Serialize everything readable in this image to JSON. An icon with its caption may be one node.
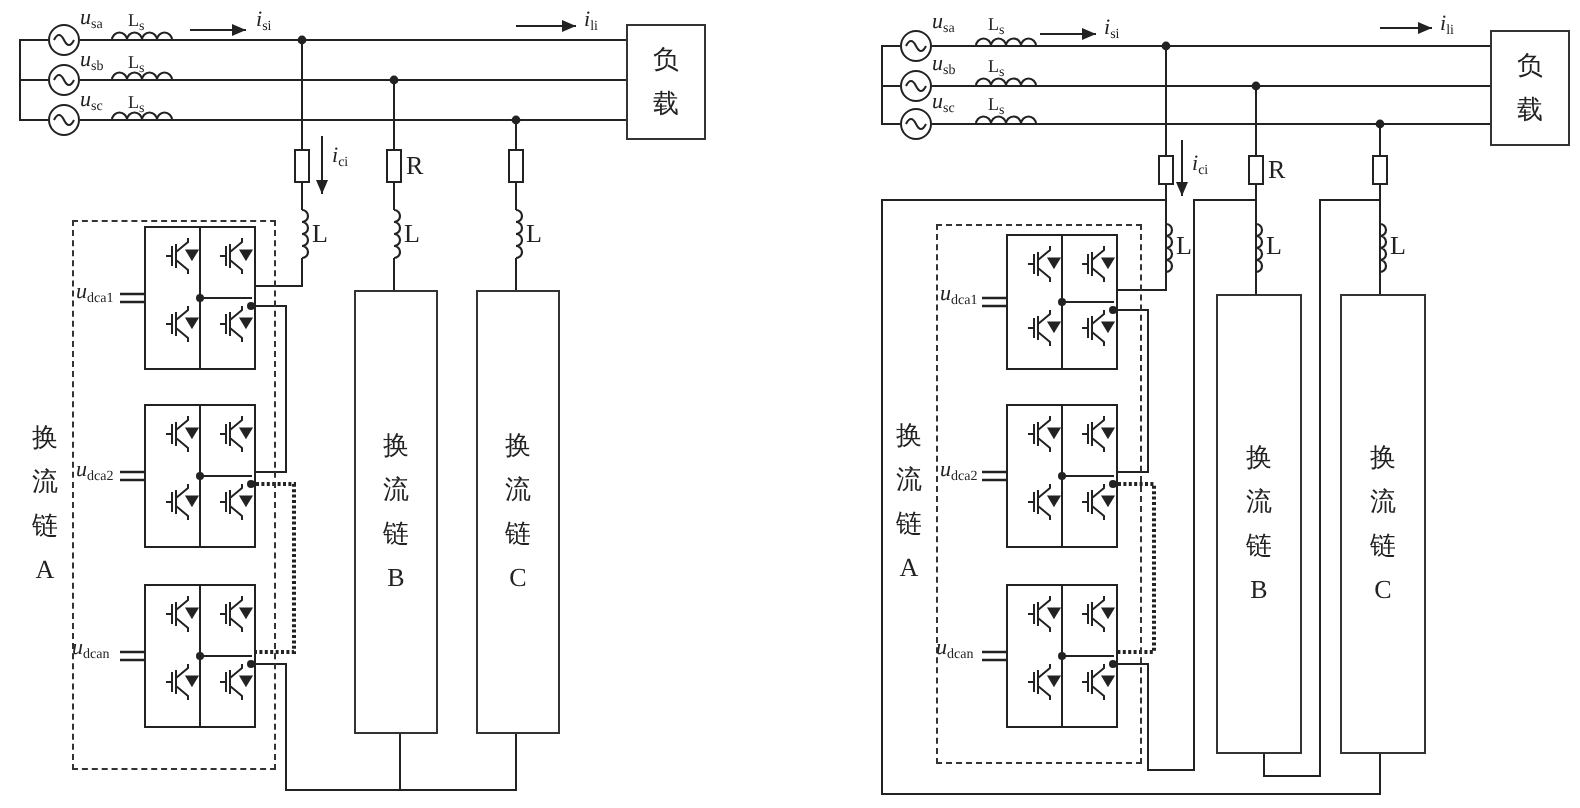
{
  "diagram": {
    "nodes": [
      {
        "text": [
          "负载"
        ]
      },
      {
        "text": [],
        "shape": "circle",
        "beside": [
          "*u*$_{sa}$"
        ]
      },
      {
        "text": [],
        "shape": "circle",
        "beside": [
          "*u*$_{sb}$"
        ]
      },
      {
        "text": [],
        "shape": "circle",
        "beside": [
          "*u*$_{sc}$"
        ]
      },
      {
        "text": [
          "换流链 A"
        ]
      },
      {
        "text": [],
        "shape": "box",
        "in": 4,
        "beside": [
          "*u*$_{dca1}$"
        ]
      },
      {
        "text": [],
        "shape": "box",
        "in": 4,
        "beside": [
          "*u*$_{dca2}$"
        ]
      },
      {
        "text": [],
        "shape": "box",
        "in": 4,
        "beside": [
          "*u*$_{dcan}$"
        ]
      },
      {
        "text": [
          "换流链 B"
        ]
      },
      {
        "text": [
          "换流链 C"
        ]
      },
      {
        "text": [
          "负载"
        ]
      },
      {
        "text": [],
        "shape": "circle",
        "beside": [
          "*u*$_{sa}$"
        ]
      },
      {
        "text": [],
        "shape": "circle",
        "beside": [
          "*u*$_{sb}$"
        ]
      },
      {
        "text": [],
        "shape": "circle",
        "beside": [
          "*u*$_{sc}$"
        ]
      },
      {
        "text": [
          "换流链 A"
        ]
      },
      {
        "text": [],
        "shape": "box",
        "in": 14,
        "beside": [
          "*u*$_{dca1}$"
        ]
      },
      {
        "text": [],
        "shape": "box",
        "in": 14,
        "beside": [
          "*u*$_{dca2}$"
        ]
      },
      {
        "text": [],
        "shape": "box",
        "in": 14,
        "beside": [
          "*u*$_{dcan}$"
        ]
      },
      {
        "text": [
          "换流链 B"
        ]
      },
      {
        "text": [
          "换流链 C"
        ]
      }
    ],
    "edges": [
      {
        "from": 1,
        "to": 0,
        "arrow": "none"
      },
      {
        "from": 2,
        "to": 0,
        "arrow": "none"
      },
      {
        "from": 3,
        "to": 0,
        "arrow": "none"
      },
      {
        "from": 1,
        "to": 2,
        "arrow": "none"
      },
      {
        "from": 2,
        "to": 3,
        "arrow": "none"
      },
      {
        "from": 5,
        "to": 6,
        "arrow": "none"
      },
      {
        "from": 6,
        "to": 7,
        "arrow": "none",
        "style": "dashed"
      },
      {
        "from": 7,
        "to": 8,
        "arrow": "none"
      },
      {
        "from": 8,
        "to": 9,
        "arrow": "none"
      },
      {
        "from": 11,
        "to": 10,
        "arrow": "none"
      },
      {
        "from": 12,
        "to": 10,
        "arrow": "none"
      },
      {
        "from": 13,
        "to": 10,
        "arrow": "none"
      },
      {
        "from": 11,
        "to": 12,
        "arrow": "none"
      },
      {
        "from": 12,
        "to": 13,
        "arrow": "none"
      },
      {
        "from": 15,
        "to": 16,
        "arrow": "none"
      },
      {
        "from": 16,
        "to": 17,
        "arrow": "none",
        "style": "dashed"
      },
      {
        "from": 17,
        "to": 18,
        "arrow": "none"
      },
      {
        "from": 18,
        "to": 19,
        "arrow": "none"
      },
      {
        "from": 19,
        "to": 15,
        "arrow": "none"
      }
    ],
    "labels": [
      "L$_{s}$",
      "*i*$_{si}$",
      "*i*$_{li}$",
      "L$_{s}$",
      "L$_{s}$",
      "*i*$_{ci}$",
      "R",
      "L",
      "L",
      "L",
      "L$_{s}$",
      "*i*$_{si}$",
      "*i*$_{li}$",
      "L$_{s}$",
      "L$_{s}$",
      "*i*$_{ci}$",
      "R",
      "L",
      "L",
      "L"
    ]
  }
}
